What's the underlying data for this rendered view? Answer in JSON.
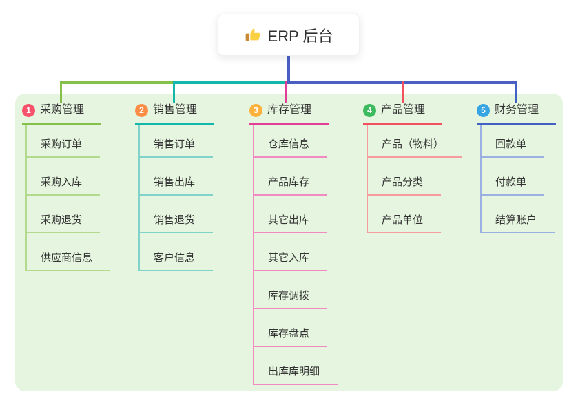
{
  "root": {
    "label": "ERP 后台",
    "icon": "thumbs-up-icon"
  },
  "colors": {
    "page_background": "#ffffff",
    "panel_background": "#e6f5df",
    "root_connector": "#4a5fc4",
    "text": "#333333"
  },
  "branches": [
    {
      "number": "1",
      "label": "采购管理",
      "line_color": "#84c04a",
      "light_line_color": "#b3da8c",
      "badge_color": "#f8516b",
      "items": [
        "采购订单",
        "采购入库",
        "采购退货",
        "供应商信息"
      ]
    },
    {
      "number": "2",
      "label": "销售管理",
      "line_color": "#14b8ab",
      "light_line_color": "#7fd3c9",
      "badge_color": "#fb8d46",
      "items": [
        "销售订单",
        "销售出库",
        "销售退货",
        "客户信息"
      ]
    },
    {
      "number": "3",
      "label": "库存管理",
      "line_color": "#e23e97",
      "light_line_color": "#f08ac0",
      "badge_color": "#fbb13c",
      "items": [
        "仓库信息",
        "产品库存",
        "其它出库",
        "其它入库",
        "库存调拨",
        "库存盘点",
        "出库库明细"
      ]
    },
    {
      "number": "4",
      "label": "产品管理",
      "line_color": "#f4515f",
      "light_line_color": "#f79ba1",
      "badge_color": "#3dba5e",
      "items": [
        "产品（物料）",
        "产品分类",
        "产品单位"
      ]
    },
    {
      "number": "5",
      "label": "财务管理",
      "line_color": "#4361c2",
      "light_line_color": "#9bb0e2",
      "badge_color": "#36a5e2",
      "items": [
        "回款单",
        "付款单",
        "结算账户"
      ]
    }
  ]
}
